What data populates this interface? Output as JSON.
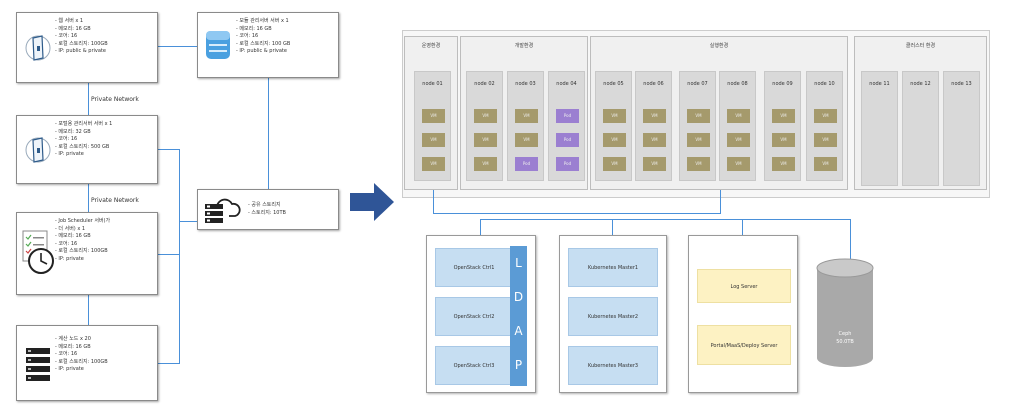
{
  "left_servers": [
    {
      "lines": [
        "웹 서버 x 1",
        "메모리: 16 GB",
        "코어: 16",
        "로컬 스토리지: 100GB",
        "IP: public & private"
      ]
    },
    {
      "lines": [
        "모듈 관리서버 서버 x 1",
        "메모리: 16 GB",
        "코어: 16",
        "로컬 스토리지: 100 GB",
        "IP: public & private"
      ]
    },
    {
      "lines": [
        "포털용 관리서버 서버 x 1",
        "메모리: 32 GB",
        "코어: 16",
        "로컬 스토리지: 500 GB",
        "IP: private"
      ]
    },
    {
      "lines": [
        "Job Scheduler 서버(가",
        "더 서버) x 1",
        "메모리: 16 GB",
        "코어: 16",
        "로컬 스토리지: 100GB",
        "IP: private"
      ]
    },
    {
      "lines": [
        "계산 노드 x 20",
        "메모리: 16 GB",
        "코어: 16",
        "로컬 스토리지: 100GB",
        "IP: private"
      ]
    },
    {
      "lines": [
        "공유 스토리지",
        "스토리지: 10TB"
      ]
    }
  ],
  "network_labels": [
    "Private Network",
    "Private Network"
  ],
  "cluster": {
    "panels": [
      {
        "title": "운영환경",
        "nodes": [
          {
            "label": "node 01",
            "vms": [
              "VM",
              "VM",
              "VM"
            ]
          }
        ]
      },
      {
        "title": "개발환경",
        "nodes": [
          {
            "label": "node 02",
            "vms": [
              "VM",
              "VM",
              "VM"
            ]
          },
          {
            "label": "node 03",
            "vms": [
              "VM",
              "VM",
              "Pod"
            ]
          },
          {
            "label": "node 04",
            "vms": [
              "Pod",
              "Pod",
              "Pod"
            ]
          }
        ]
      },
      {
        "title": "실행환경",
        "nodes": [
          {
            "label": "node 05",
            "vms": [
              "VM",
              "VM",
              "VM"
            ]
          },
          {
            "label": "node 06",
            "vms": [
              "VM",
              "VM",
              "VM"
            ]
          },
          {
            "label": "node 07",
            "vms": [
              "VM",
              "VM",
              "VM"
            ]
          },
          {
            "label": "node 08",
            "vms": [
              "VM",
              "VM",
              "VM"
            ]
          },
          {
            "label": "node 09",
            "vms": [
              "VM",
              "VM",
              "VM"
            ]
          },
          {
            "label": "node 10",
            "vms": [
              "VM",
              "VM",
              "VM"
            ]
          }
        ]
      },
      {
        "title": "클러스터 환경",
        "nodes": [
          {
            "label": "node 11",
            "vms": []
          },
          {
            "label": "node 12",
            "vms": []
          },
          {
            "label": "node 13",
            "vms": []
          }
        ]
      }
    ]
  },
  "openstack": {
    "items": [
      "OpenStack Ctrl1",
      "OpenStack Ctrl2",
      "OpenStack Ctrl3"
    ],
    "ldap": [
      "L",
      "D",
      "A",
      "P"
    ]
  },
  "kubernetes": {
    "items": [
      "Kubernetes Master1",
      "Kubernetes Master2",
      "Kubernetes Master3"
    ]
  },
  "servers": {
    "items": [
      "Log Server",
      "Portal/MaaS/Deploy Server"
    ]
  },
  "storage": {
    "lines": [
      "Ceph",
      "50.0TB"
    ]
  },
  "colors": {
    "line": "#4a90d9",
    "arrow": "#2f5597",
    "vm": "#a59a6c",
    "pod": "#9b7fd1",
    "ldap": "#5b9bd5"
  }
}
